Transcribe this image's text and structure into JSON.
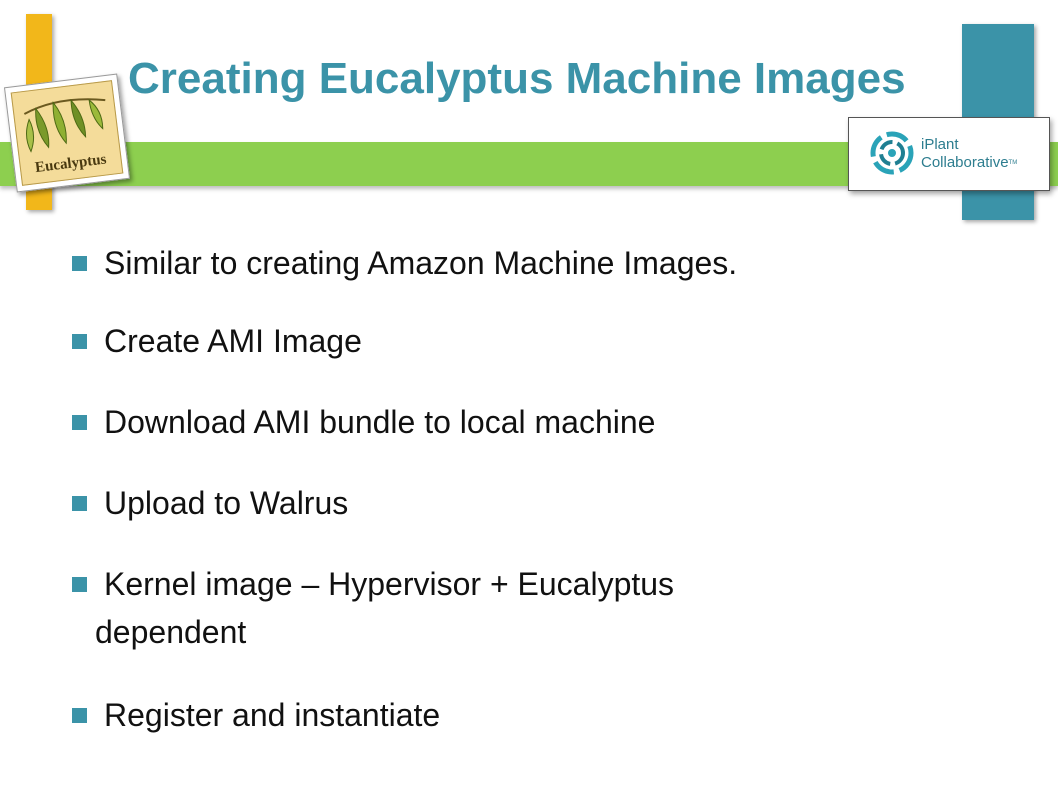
{
  "slide": {
    "title": "Creating Eucalyptus Machine Images",
    "logos": {
      "eucalyptus": {
        "text": "Eucalyptus",
        "icon": "eucalyptus-leaves-icon"
      },
      "iplant": {
        "line1": "iPlant",
        "line2": "Collaborative",
        "tm": "TM",
        "icon": "iplant-rings-icon"
      }
    },
    "colors": {
      "title": "#3b93a8",
      "bullet": "#3b93a8",
      "green_bar": "#8dcf4f",
      "yellow_bar": "#f2b71a",
      "teal_bar": "#3b93a8"
    },
    "bullets": [
      {
        "text": "Similar to creating Amazon Machine Images."
      },
      {
        "text": "Create AMI Image"
      },
      {
        "text": "Download AMI bundle to local machine"
      },
      {
        "text": "Upload to Walrus"
      },
      {
        "text": "Kernel image – Hypervisor + Eucalyptus",
        "continuation": "dependent"
      },
      {
        "text": "Register and instantiate"
      }
    ]
  }
}
